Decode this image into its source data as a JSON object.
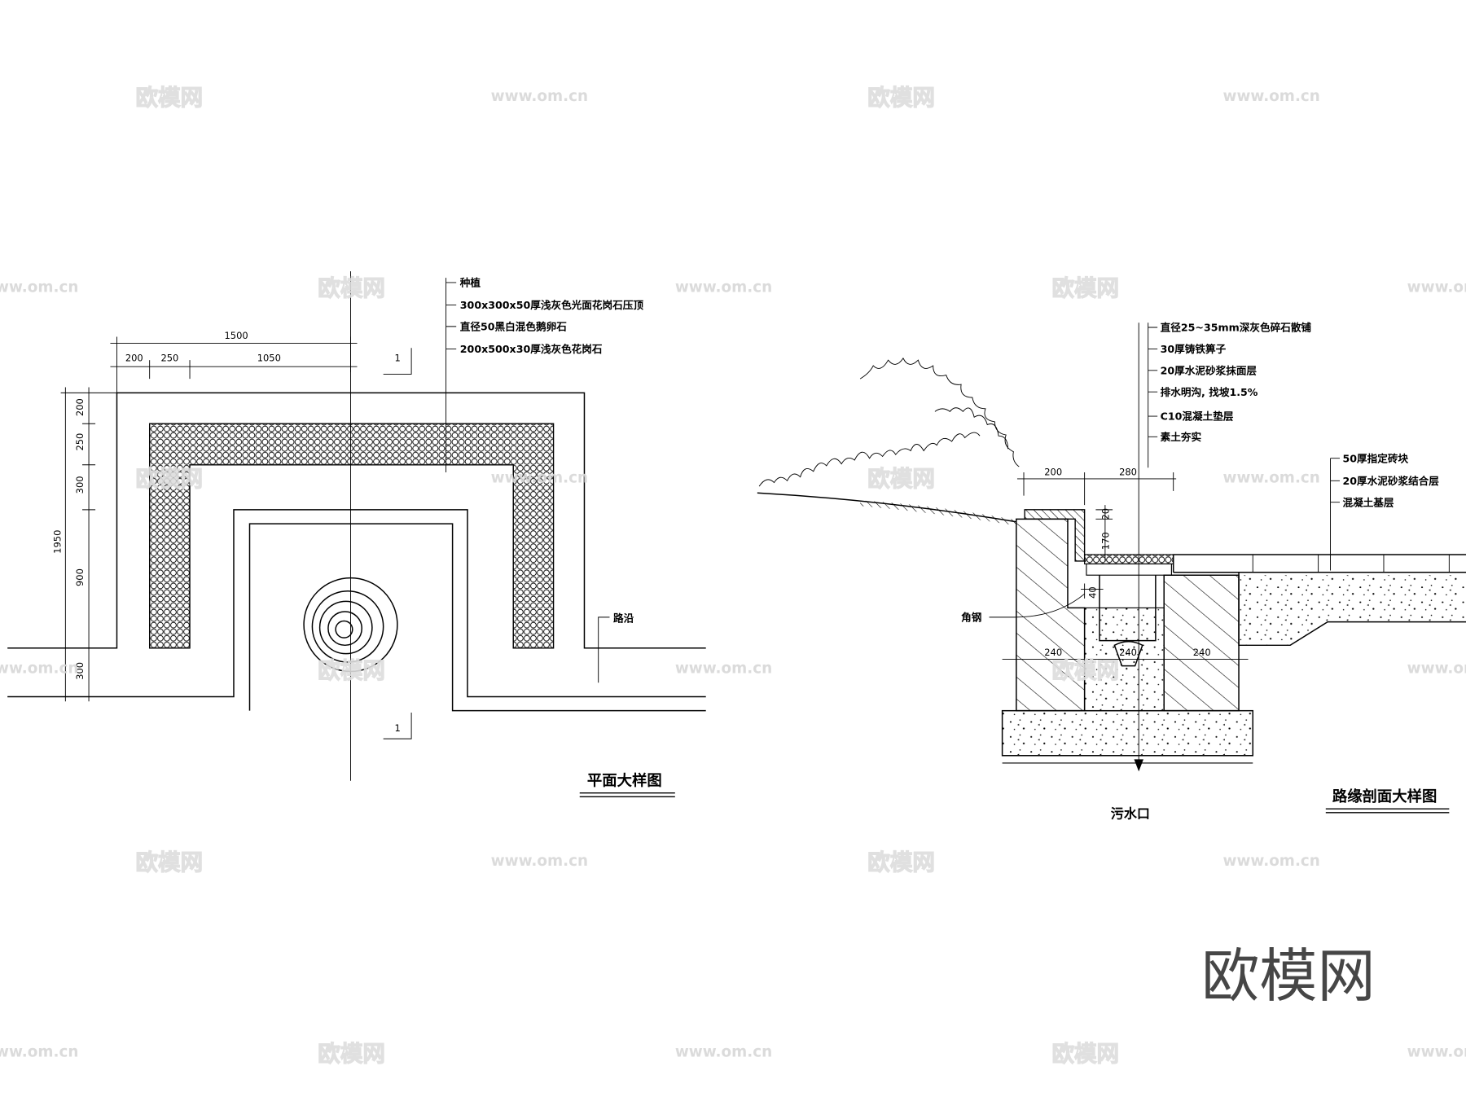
{
  "plan": {
    "title": "平面大样图",
    "section_mark": "1",
    "labels": [
      "种植",
      "300x300x50厚浅灰色光面花岗石压顶",
      "直径50黑白混色鹅卵石",
      "200x500x30厚浅灰色花岗石"
    ],
    "curb_label": "路沿",
    "top_dims": {
      "total": "1500",
      "parts": [
        "200",
        "250",
        "1050"
      ]
    },
    "left_dims": {
      "total": "1950",
      "parts": [
        "200",
        "250",
        "300",
        "900",
        "300"
      ]
    }
  },
  "section": {
    "title": "路缘剖面大样图",
    "labels": [
      "直径25~35mm深灰色碎石散铺",
      "30厚铸铁箅子",
      "20厚水泥砂浆抹面层",
      "排水明沟, 找坡1.5%",
      "C10混凝土垫层",
      "素土夯实"
    ],
    "right_labels": [
      "50厚指定砖块",
      "20厚水泥砂浆结合层",
      "混凝土基层"
    ],
    "angle_steel": "角钢",
    "outlet": "污水口",
    "dims": {
      "top": [
        "200",
        "280"
      ],
      "bottom": [
        "240",
        "240",
        "240"
      ],
      "v1": "20",
      "v2": "170",
      "v3": "40"
    }
  },
  "watermark": {
    "logo": "欧模网",
    "url": "www.om.cn"
  }
}
